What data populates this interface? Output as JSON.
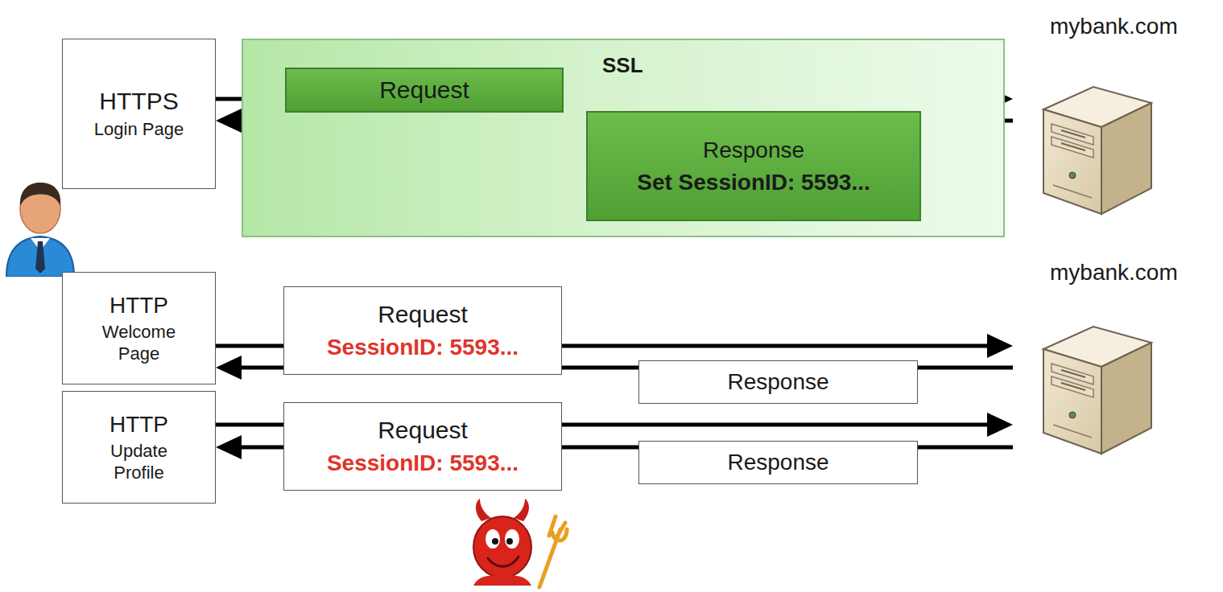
{
  "diagram": {
    "nodes": [
      {
        "text": [
          "HTTPS",
          "Login Page"
        ]
      },
      {
        "text": [
          "SSL"
        ]
      },
      {
        "text": [
          "Request"
        ],
        "in": 1
      },
      {
        "text": [
          "Response",
          "Set SessionID: 5593..."
        ],
        "in": 1
      },
      {
        "text": [
          "mybank.com"
        ]
      },
      {
        "text": [
          "HTTP",
          "Welcome Page"
        ]
      },
      {
        "text": [
          "Request",
          "SessionID: 5593..."
        ]
      },
      {
        "text": [
          "Response"
        ]
      },
      {
        "text": [
          "HTTP",
          "Update Profile"
        ]
      },
      {
        "text": [
          "Request",
          "SessionID: 5593..."
        ]
      },
      {
        "text": [
          "Response"
        ]
      },
      {
        "text": [
          "mybank.com"
        ]
      }
    ],
    "edges": [
      {
        "from": 0,
        "to": 4,
        "arrow": "to"
      },
      {
        "from": 4,
        "to": 0,
        "arrow": "to"
      },
      {
        "from": 5,
        "to": 11,
        "arrow": "to"
      },
      {
        "from": 11,
        "to": 5,
        "arrow": "to"
      },
      {
        "from": 8,
        "to": 11,
        "arrow": "to"
      },
      {
        "from": 11,
        "to": 8,
        "arrow": "to"
      }
    ]
  }
}
